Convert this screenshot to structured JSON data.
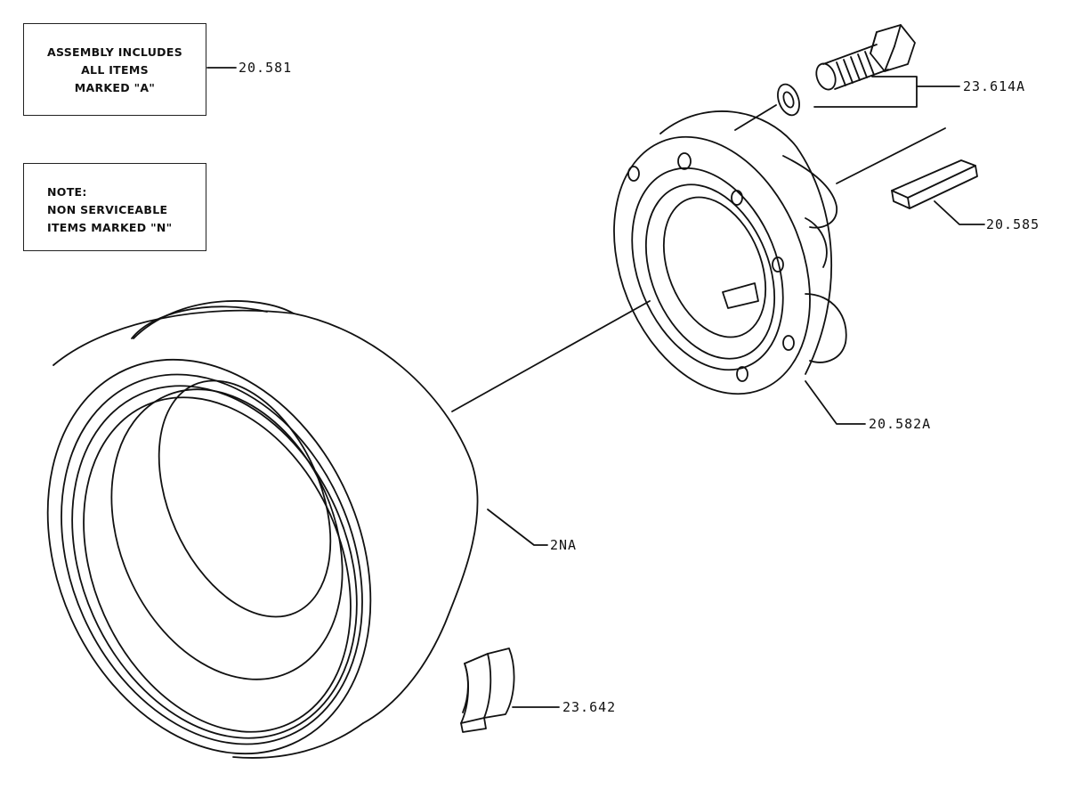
{
  "notes": {
    "assembly": {
      "line1": "ASSEMBLY INCLUDES",
      "line2": "ALL ITEMS",
      "line3": "MARKED \"A\""
    },
    "non_serviceable": {
      "line1": "NOTE:",
      "line2": "NON SERVICEABLE",
      "line3": "ITEMS MARKED \"N\""
    }
  },
  "callouts": {
    "assembly": "20.581",
    "bolt_washer": "23.614A",
    "key": "20.585",
    "hub_flange": "20.582A",
    "drum": "2NA",
    "segment": "23.642"
  },
  "colors": {
    "line": "#111111",
    "background": "#ffffff"
  }
}
